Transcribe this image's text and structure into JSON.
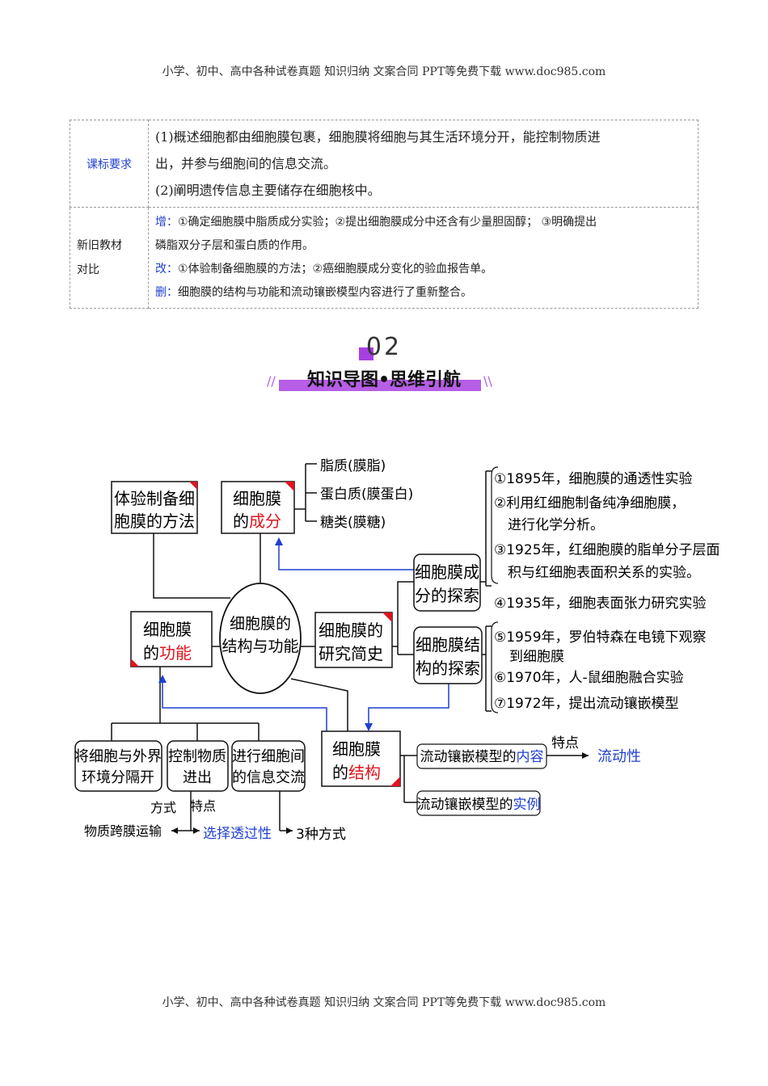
{
  "header": {
    "text": "小学、初中、高中各种试卷真题  知识归纳  文案合同  PPT等免费下载      www.doc985.com"
  },
  "footer": {
    "text": "小学、初中、高中各种试卷真题  知识归纳  文案合同  PPT等免费下载      www.doc985.com"
  },
  "table": {
    "row1": {
      "label": "课标要求",
      "lines": [
        "(1)概述细胞都由细胞膜包裹，细胞膜将细胞与其生活环境分开，能控制物质进",
        "出，并参与细胞间的信息交流。",
        "(2)阐明遗传信息主要储存在细胞核中。"
      ]
    },
    "row2": {
      "label_line1": "新旧教材",
      "label_line2": "对比",
      "add_tag": "增：",
      "add_text": "①确定细胞膜中脂质成分实验；②提出细胞膜成分中还含有少量胆固醇；   ③明确提出",
      "add_text2": "磷脂双分子层和蛋白质的作用。",
      "change_tag": "改：",
      "change_text": "①体验制备细胞膜的方法；②癌细胞膜成分变化的验血报告单。",
      "delete_tag": "删：",
      "delete_text": "细胞膜的结构与功能和流动镶嵌模型内容进行了重新整合。"
    }
  },
  "section": {
    "number": "02",
    "title": "知识导图•思维引航"
  },
  "mindmap": {
    "center": [
      "细胞膜的",
      "结构与功能"
    ],
    "method_box": [
      "体验制备细",
      "胞膜的方法"
    ],
    "composition_box": {
      "line1": "细胞膜",
      "line2_prefix": "的",
      "line2_highlight": "成分"
    },
    "composition_items": [
      "脂质(膜脂)",
      "蛋白质(膜蛋白)",
      "糖类(膜糖)"
    ],
    "function_box": {
      "line1": "细胞膜",
      "line2_prefix": "的",
      "line2_highlight": "功能"
    },
    "history_box": [
      "细胞膜的",
      "研究简史"
    ],
    "explore_comp_box": [
      "细胞膜成",
      "分的探索"
    ],
    "explore_struct_box": [
      "细胞膜结",
      "构的探索"
    ],
    "structure_box": {
      "line1": "细胞膜",
      "line2_prefix": "的",
      "line2_highlight": "结构"
    },
    "history_items": [
      "①1895年，细胞膜的通透性实验",
      "②利用红细胞制备纯净细胞膜，",
      "进行化学分析。",
      "③1925年，红细胞膜的脂单分子层面",
      "积与红细胞表面积关系的实验。",
      "④1935年，细胞表面张力研究实验",
      "⑤1959年，罗伯特森在电镜下观察",
      "到细胞膜",
      "⑥1970年，人-鼠细胞融合实验",
      "⑦1972年，提出流动镶嵌模型"
    ],
    "function_items": {
      "separate": [
        "将细胞与外界",
        "环境分隔开"
      ],
      "control": [
        "控制物质",
        "进出"
      ],
      "communicate": [
        "进行细胞间",
        "的信息交流"
      ]
    },
    "method_label": "方式",
    "feature_label": "特点",
    "transport": "物质跨膜运输",
    "selective": "选择透过性",
    "three_ways": "3种方式",
    "model_content": {
      "prefix": "流动镶嵌模型的",
      "highlight": "内容"
    },
    "model_example": {
      "prefix": "流动镶嵌模型的",
      "highlight": "实例"
    },
    "model_feature_label": "特点",
    "fluidity": "流动性"
  },
  "colors": {
    "accent_red": "#e0141e",
    "accent_blue": "#1f3fd0",
    "purple": "#a83fe3"
  }
}
